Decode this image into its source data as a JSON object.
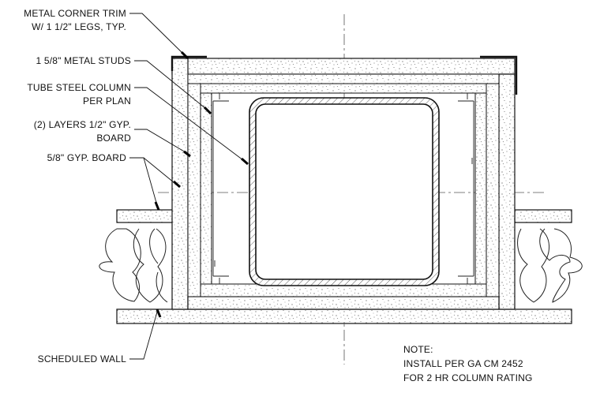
{
  "labels": {
    "corner_trim_1": "METAL CORNER TRIM",
    "corner_trim_2": "W/ 1 1/2\" LEGS, TYP.",
    "metal_studs": "1 5/8\" METAL STUDS",
    "tube_steel_1": "TUBE STEEL COLUMN",
    "tube_steel_2": "PER PLAN",
    "gyp_layers_1": "(2) LAYERS 1/2\" GYP.",
    "gyp_layers_2": "BOARD",
    "gyp_board": "5/8\" GYP. BOARD",
    "scheduled_wall": "SCHEDULED WALL"
  },
  "note": {
    "title": "NOTE:",
    "line1": "INSTALL PER GA CM 2452",
    "line2": "FOR 2 HR COLUMN RATING"
  }
}
